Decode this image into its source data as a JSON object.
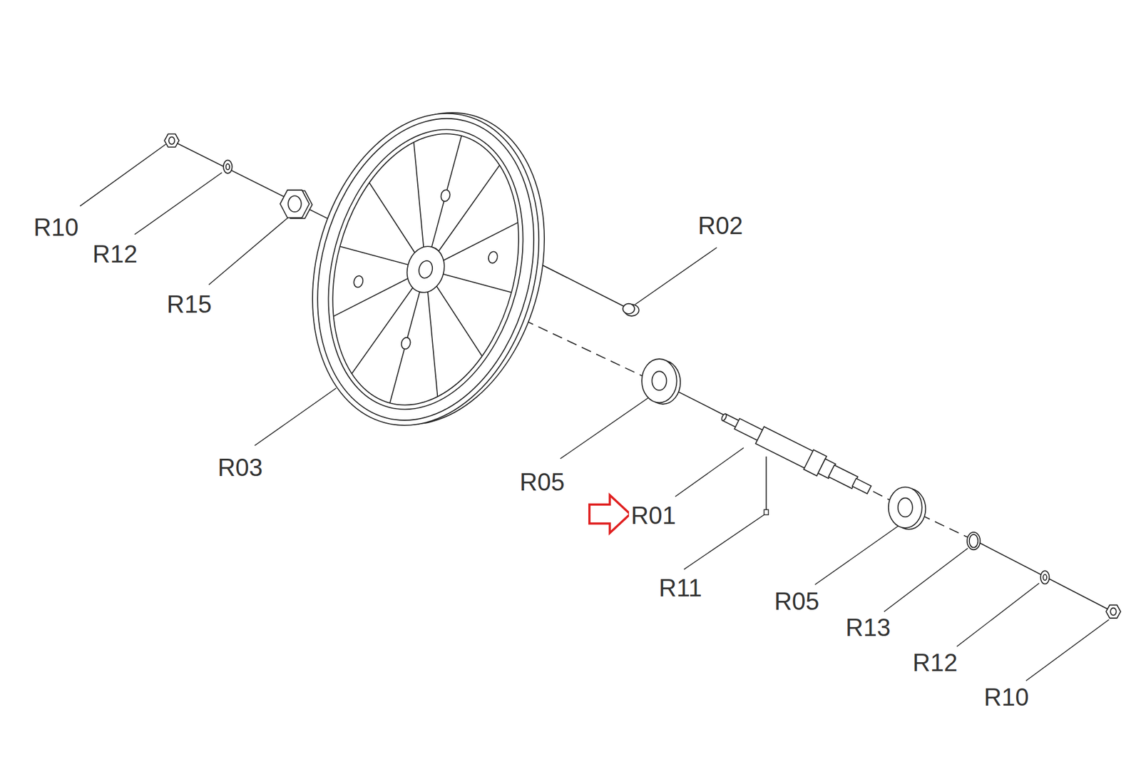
{
  "diagram": {
    "labels": [
      "R10",
      "R12",
      "R15",
      "R03",
      "R02",
      "R05",
      "R01",
      "R11",
      "R05",
      "R13",
      "R12",
      "R10"
    ]
  }
}
